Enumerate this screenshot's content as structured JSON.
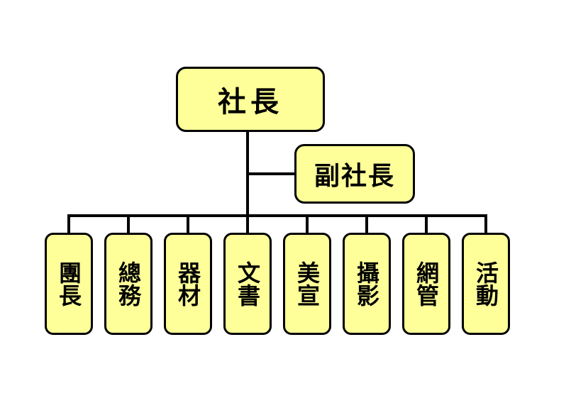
{
  "colors": {
    "box_fill": "#ffff99",
    "stroke": "#000000",
    "background": "#ffffff"
  },
  "chart": {
    "top": {
      "label": "社長"
    },
    "vice": {
      "label": "副社長"
    },
    "departments": [
      {
        "label": "團長"
      },
      {
        "label": "總務"
      },
      {
        "label": "器材"
      },
      {
        "label": "文書"
      },
      {
        "label": "美宣"
      },
      {
        "label": "攝影"
      },
      {
        "label": "網管"
      },
      {
        "label": "活動"
      }
    ]
  }
}
